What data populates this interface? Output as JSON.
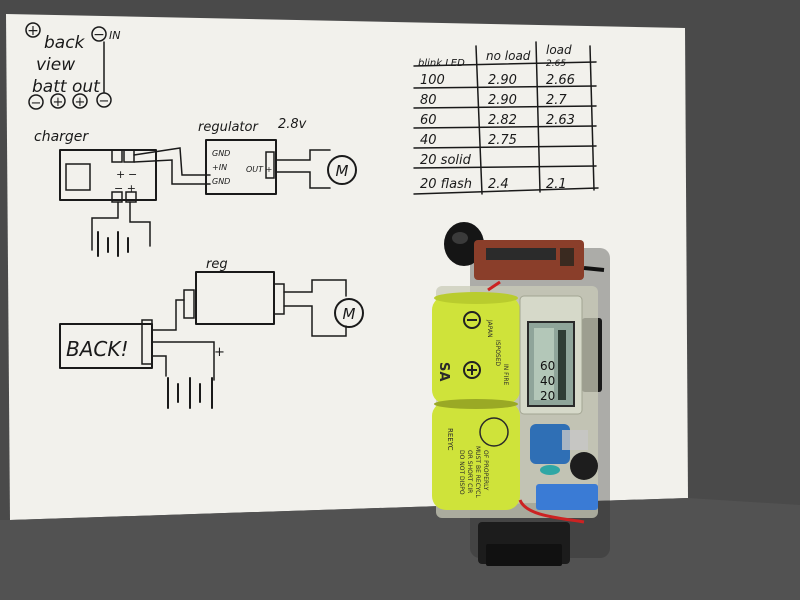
{
  "notes": {
    "top_left": {
      "plus_symbol": "+",
      "minus_symbol": "−",
      "back": "back",
      "in": "IN",
      "view": "view",
      "batt_out": "batt out",
      "bottom_row": [
        "−",
        "+",
        "+",
        "−"
      ]
    },
    "diagram1": {
      "charger": "charger",
      "regulator": "regulator",
      "voltage": "2.8v",
      "gnd_top": "GND",
      "plus_in": "+IN",
      "gnd_bottom": "GND",
      "out": "OUT +",
      "plus": "+",
      "minus": "−",
      "bottom_terms": "− +",
      "motor": "M"
    },
    "diagram2": {
      "reg": "reg",
      "back": "BACK!",
      "plus": "+",
      "motor": "M"
    },
    "table": {
      "headers": [
        "blink LED",
        "no load",
        "load"
      ],
      "extra_header_value": "2.65",
      "rows": [
        [
          "100",
          "2.90",
          "2.66"
        ],
        [
          "80",
          "2.90",
          "2.7"
        ],
        [
          "60",
          "2.82",
          "2.63"
        ],
        [
          "40",
          "2.75",
          ""
        ],
        [
          "20 solid",
          "",
          ""
        ],
        [
          "20 flash",
          "2.4",
          "2.1"
        ]
      ]
    }
  },
  "device": {
    "battery_top_text": [
      "SA",
      "JAPAN",
      "ISPOSED",
      "IN FIRE"
    ],
    "battery_bottom_text": [
      "REEYC",
      "DO NOT DISPO",
      "OR SHORT CIR",
      "MUST BE RECYCL",
      "OF PROPERLY"
    ],
    "led_labels": [
      "60",
      "40",
      "20"
    ],
    "colors": {
      "battery": "#cfe33a",
      "pcb": "#8a3e2a",
      "capacitor": "#2f6fb5",
      "blue_block": "#3a7bd5",
      "paper": "#f2f1ec"
    }
  }
}
